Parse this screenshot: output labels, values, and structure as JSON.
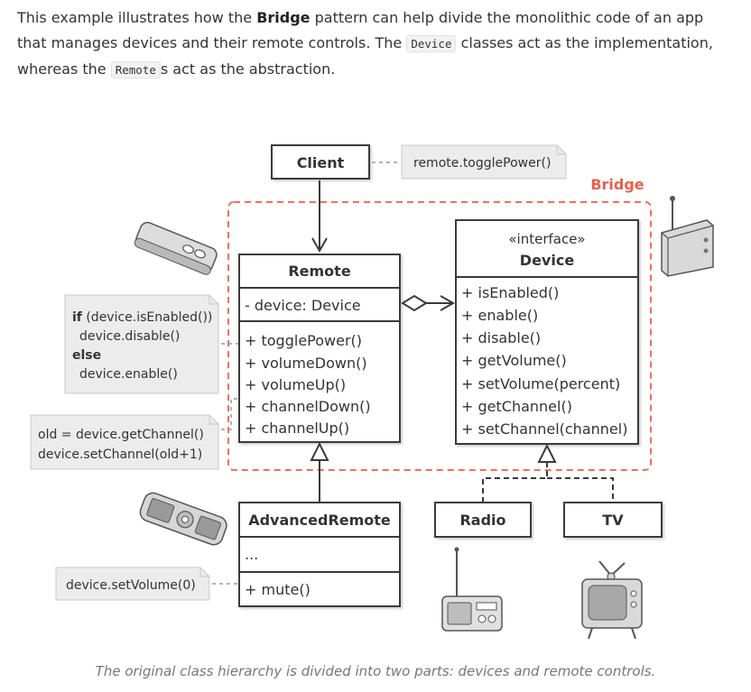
{
  "intro": {
    "part1": "This example illustrates how the ",
    "bridge_word": "Bridge",
    "part2": " pattern can help divide the monolithic code of an app that manages devices and their remote controls. The ",
    "device_code": "Device",
    "part3": " classes act as the implementation, whereas the ",
    "remote_code": "Remote",
    "part4": "s act as the abstraction."
  },
  "diagram": {
    "client": {
      "title": "Client"
    },
    "client_note": "remote.togglePower()",
    "bridge_label": "Bridge",
    "remote": {
      "title": "Remote",
      "field": "- device: Device",
      "methods": [
        "+ togglePower()",
        "+ volumeDown()",
        "+ volumeUp()",
        "+ channelDown()",
        "+ channelUp()"
      ]
    },
    "device": {
      "stereotype": "«interface»",
      "title": "Device",
      "methods": [
        "+ isEnabled()",
        "+ enable()",
        "+ disable()",
        "+ getVolume()",
        "+ setVolume(percent)",
        "+ getChannel()",
        "+ setChannel(channel)"
      ]
    },
    "power_note": {
      "line1_kw": "if",
      "line1_rest": " (device.isEnabled())",
      "line2": "device.disable()",
      "line3_kw": "else",
      "line4": "device.enable()"
    },
    "channel_note": [
      "old = device.getChannel()",
      "device.setChannel(old+1)"
    ],
    "advanced_remote": {
      "title": "AdvancedRemote",
      "field": "...",
      "method": "+ mute()"
    },
    "mute_note": "device.setVolume(0)",
    "radio": {
      "title": "Radio"
    },
    "tv": {
      "title": "TV"
    }
  },
  "caption": "The original class hierarchy is divided into two parts: devices and remote controls.",
  "colors": {
    "bridge_accent": "#f0705a",
    "box_border": "#3a3a3a",
    "note_fill": "#ececec"
  }
}
